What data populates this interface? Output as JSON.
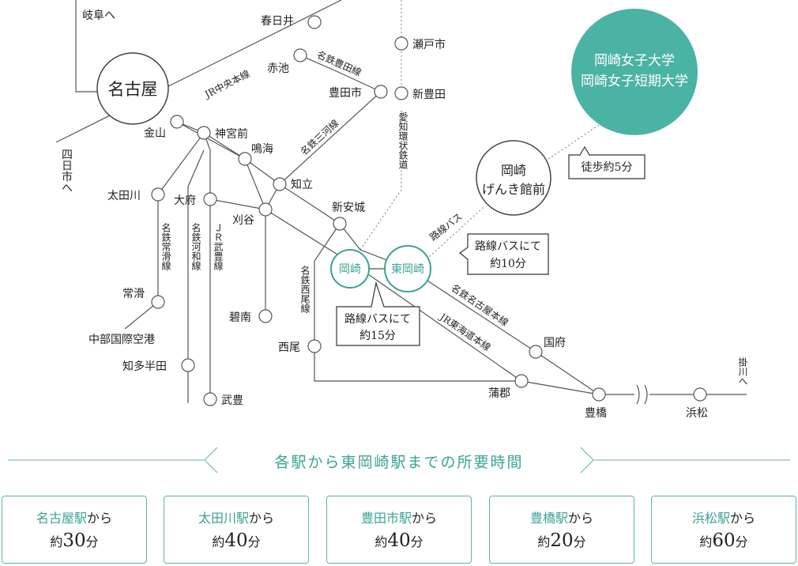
{
  "map": {
    "stations": {
      "kasugai": "春日井",
      "gifu": "岐阜へ",
      "seto": "瀬戸市",
      "akaike": "赤池",
      "toyotashi": "豊田市",
      "shintoyota": "新豊田",
      "nagoya": "名古屋",
      "kanayama": "金山",
      "jingumae": "神宮前",
      "narumi": "鳴海",
      "chiryu": "知立",
      "yokkaichi": "四日市へ",
      "otagawa": "太田川",
      "obu": "大府",
      "kariya": "刈谷",
      "shinanjo": "新安城",
      "okazaki": "岡崎",
      "higashiokazaki": "東岡崎",
      "tokoname": "常滑",
      "chubu_airport": "中部国際空港",
      "hekinan": "碧南",
      "nishio": "西尾",
      "kota": "国府",
      "chitahanda": "知多半田",
      "taketoyo": "武豊",
      "gamagori": "蒲郡",
      "toyohashi": "豊橋",
      "hamamatsu": "浜松",
      "kakegawa": "掛川へ",
      "genkikan": "岡崎げんき館前"
    },
    "lines": {
      "jr_chuo": "JR中央本線",
      "meitetsu_toyota": "名鉄豊田線",
      "aichi_kanjo": "愛知環状鉄道",
      "meitetsu_mikawa": "名鉄三河線",
      "meitetsu_tokoname": "名鉄常滑線",
      "meitetsu_kowa": "名鉄河和線",
      "jr_taketoyo": "ＪＲ武豊線",
      "meitetsu_nishio": "名鉄西尾線",
      "route_bus": "路線バス",
      "meitetsu_nagoya": "名鉄名古屋本線",
      "jr_tokaido": "JR東海道本線"
    },
    "destination": {
      "line1": "岡崎女子大学",
      "line2": "岡崎女子短期大学"
    },
    "callouts": {
      "walk": "徒歩約5分",
      "bus10_1": "路線バスにて",
      "bus10_2": "約10分",
      "bus15_1": "路線バスにて",
      "bus15_2": "約15分"
    },
    "colors": {
      "accent": "#3aa396",
      "destination_fill": "#4bb3a4",
      "line": "#555555"
    }
  },
  "times": {
    "title": "各駅から東岡崎駅までの所要時間",
    "cards": [
      {
        "station": "名古屋駅",
        "suffix": "から",
        "prefix": "約",
        "number": "30",
        "unit": "分"
      },
      {
        "station": "太田川駅",
        "suffix": "から",
        "prefix": "約",
        "number": "40",
        "unit": "分"
      },
      {
        "station": "豊田市駅",
        "suffix": "から",
        "prefix": "約",
        "number": "40",
        "unit": "分"
      },
      {
        "station": "豊橋駅",
        "suffix": "から",
        "prefix": "約",
        "number": "20",
        "unit": "分"
      },
      {
        "station": "浜松駅",
        "suffix": "から",
        "prefix": "約",
        "number": "60",
        "unit": "分"
      }
    ]
  }
}
